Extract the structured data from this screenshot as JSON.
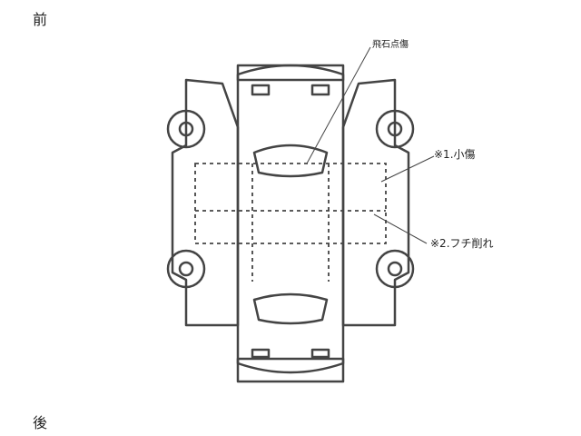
{
  "labels": {
    "front": "前",
    "back": "後"
  },
  "annotations": {
    "chip": "飛石点傷",
    "scratch": "※1.小傷",
    "edge_chip": "※2.フチ削れ"
  }
}
